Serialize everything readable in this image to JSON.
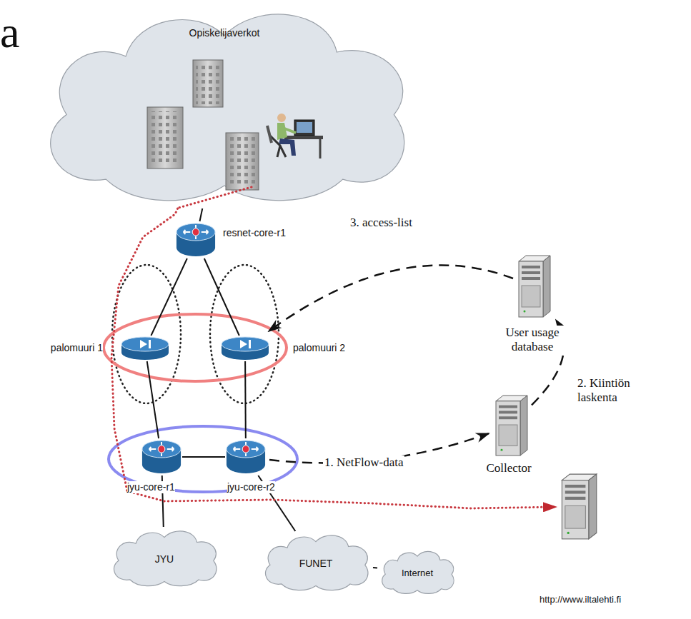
{
  "diagram": {
    "nodes": [
      {
        "text": [
          "Opiskelijaverkot"
        ]
      },
      {
        "text": [
          "resnet-core-r1"
        ]
      },
      {
        "text": [
          "palomuuri 1"
        ]
      },
      {
        "text": [
          "palomuuri 2"
        ]
      },
      {
        "text": [
          "User usage database"
        ]
      },
      {
        "text": [
          "jyu-core-r1"
        ]
      },
      {
        "text": [
          "jyu-core-r2"
        ]
      },
      {
        "text": [
          "Collector"
        ]
      },
      {
        "text": [
          "JYU"
        ]
      },
      {
        "text": [
          "FUNET"
        ]
      },
      {
        "text": [
          "Internet"
        ]
      },
      {
        "text": [
          "http://www.iltalehti.fi"
        ]
      }
    ],
    "edges": [
      {
        "from": 0,
        "to": 1,
        "arrow": "none"
      },
      {
        "from": 1,
        "to": 2,
        "arrow": "none"
      },
      {
        "from": 1,
        "to": 3,
        "arrow": "none"
      },
      {
        "from": 2,
        "to": 5,
        "arrow": "none"
      },
      {
        "from": 3,
        "to": 6,
        "arrow": "none"
      },
      {
        "from": 5,
        "to": 6,
        "arrow": "none"
      },
      {
        "from": 5,
        "to": 8,
        "arrow": "none"
      },
      {
        "from": 6,
        "to": 9,
        "arrow": "none"
      },
      {
        "from": 9,
        "to": 10,
        "arrow": "none"
      },
      {
        "from": 6,
        "to": 7,
        "label": "1. NetFlow-data",
        "arrow": "to"
      },
      {
        "from": 7,
        "to": 4,
        "label": "2. Kiintiön laskenta",
        "arrow": "to"
      },
      {
        "from": 4,
        "to": 3,
        "label": "3. access-list",
        "arrow": "to"
      },
      {
        "from": 0,
        "to": 11,
        "arrow": "to"
      }
    ],
    "labels": [
      "a"
    ]
  }
}
